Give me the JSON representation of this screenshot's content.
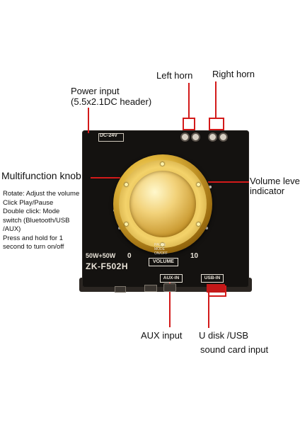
{
  "labels": {
    "left_horn": "Left horn",
    "right_horn": "Right horn",
    "power_input_1": "Power input",
    "power_input_2": "(5.5x2.1DC header)",
    "multifunction_knob": "Multifunction knob",
    "volume_level_1": "Volume level",
    "volume_level_2": "indicator",
    "aux_input": "AUX input",
    "udisk_1": "U disk /USB",
    "udisk_2": "sound card input"
  },
  "knob_description": [
    "Rotate: Adjust the volume",
    "Click Play/Pause",
    "Double click: Mode",
    "switch (Bluetooth/USB",
    "/AUX)",
    "Press and hold for 1",
    "second to turn on/off"
  ],
  "board": {
    "power_label": "DC-24V",
    "wattage": "50W+50W",
    "model": "ZK-F502H",
    "volume_min": "0",
    "volume_max": "10",
    "volume_label": "VOLUME",
    "legend": [
      "PAUSE",
      "MODE",
      "ON/OFF"
    ],
    "aux_label": "AUX-IN",
    "usb_label": "USB-IN"
  },
  "colors": {
    "accent_line": "#d31a1a",
    "board": "#141210",
    "knob_gold": "#e1b63c"
  }
}
